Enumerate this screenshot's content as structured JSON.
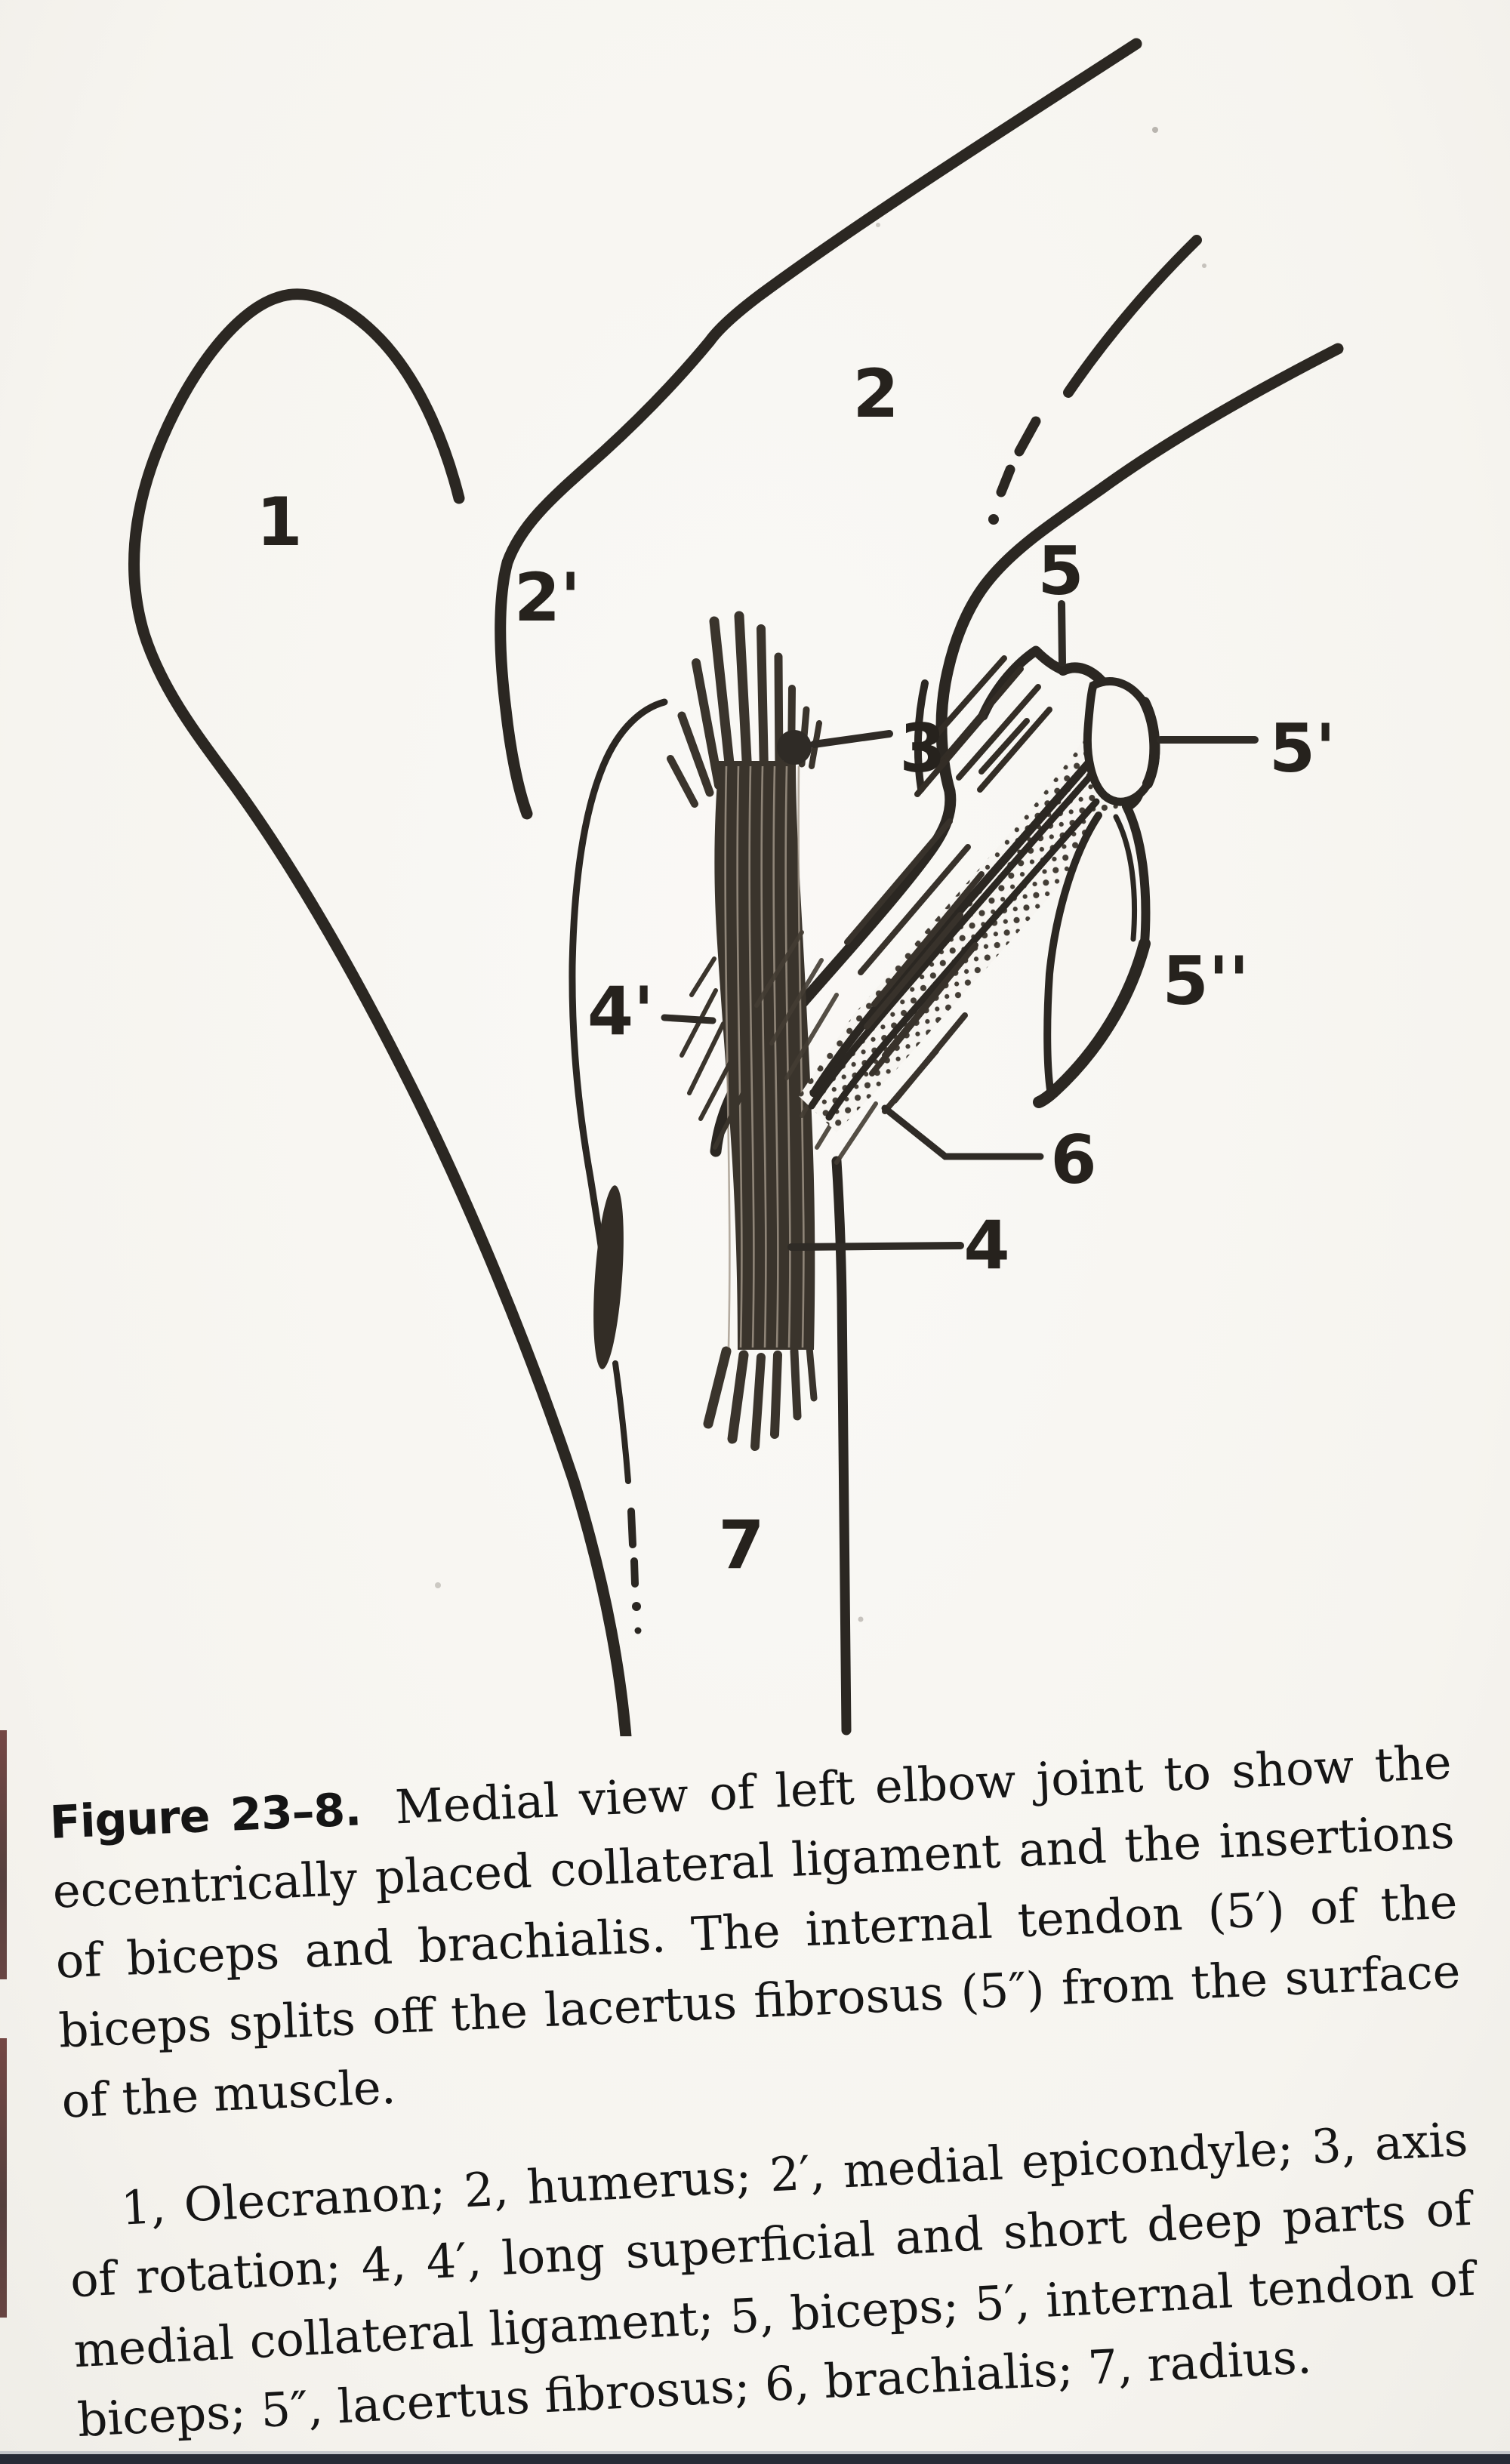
{
  "figure": {
    "labels": [
      {
        "id": "1",
        "text": "1",
        "meaning": "Olecranon"
      },
      {
        "id": "2",
        "text": "2",
        "meaning": "humerus"
      },
      {
        "id": "2p",
        "text": "2'",
        "meaning": "medial epicondyle"
      },
      {
        "id": "3",
        "text": "3",
        "meaning": "axis of rotation"
      },
      {
        "id": "4",
        "text": "4",
        "meaning": "long superficial part of medial collateral ligament"
      },
      {
        "id": "4p",
        "text": "4'",
        "meaning": "short deep part of medial collateral ligament"
      },
      {
        "id": "5",
        "text": "5",
        "meaning": "biceps"
      },
      {
        "id": "5p",
        "text": "5'",
        "meaning": "internal tendon of biceps"
      },
      {
        "id": "5pp",
        "text": "5''",
        "meaning": "lacertus fibrosus"
      },
      {
        "id": "6",
        "text": "6",
        "meaning": "brachialis"
      },
      {
        "id": "7",
        "text": "7",
        "meaning": "radius"
      }
    ],
    "ink_color": "#2b2722",
    "paper_color": "#f8f6f2"
  },
  "caption": {
    "lead": "Figure 23–8.",
    "body": "Medial view of left elbow joint to show the eccentrically placed collateral ligament and the insertions of biceps and brachialis. The internal tendon (5′) of the biceps splits off the lacertus fibrosus (5″) from the surface of the muscle.",
    "legend": "1, Olecranon; 2, humerus; 2′, medial epicondyle; 3, axis of rotation; 4, 4′, long superficial and short deep parts of medial collateral ligament; 5, biceps; 5′, internal tendon of biceps; 5″, lacertus fibrosus; 6, brachialis; 7, radius."
  }
}
